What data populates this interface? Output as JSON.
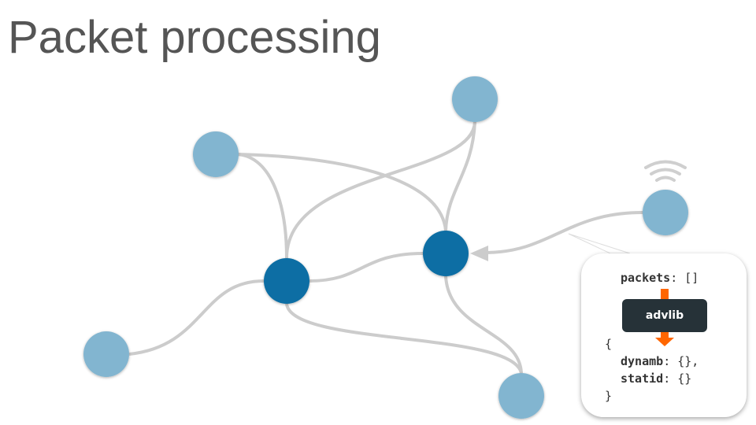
{
  "title": "Packet processing",
  "colors": {
    "light_node": "#82b5d0",
    "dark_node": "#0a6ea4",
    "edge": "#cccccc",
    "arrow_orange": "#ff6600",
    "advlib_bg": "#263238"
  },
  "callout": {
    "input_key": "packets",
    "input_value": ": []",
    "processor": "advlib",
    "open_brace": "{",
    "output": [
      {
        "key": "dynamb",
        "value": ": {},"
      },
      {
        "key": "statid",
        "value": ": {}"
      }
    ],
    "close_brace": "}"
  }
}
